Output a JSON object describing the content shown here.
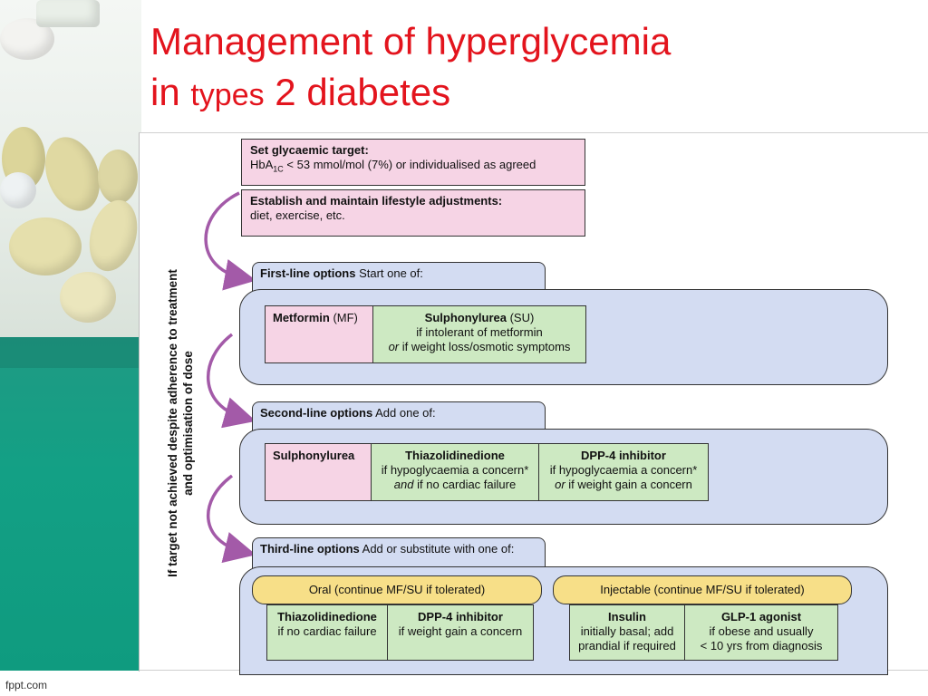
{
  "title": {
    "line1": "Management of hyperglycemia",
    "line2_a": "in ",
    "line2_b": "types",
    "line2_c": " 2 diabetes"
  },
  "footer": {
    "brand": "fppt.com"
  },
  "side_label": {
    "line1": "If target not achieved despite adherence to treatment",
    "line2": "and optimisation of dose"
  },
  "target": {
    "heading": "Set glycaemic target:",
    "text_pre": "HbA",
    "text_sub": "1C",
    "text_post": " < 53 mmol/mol (7%) or individualised as agreed"
  },
  "lifestyle": {
    "heading": "Establish and maintain lifestyle adjustments:",
    "text": "diet, exercise, etc."
  },
  "first_line": {
    "heading": "First-line options",
    "instruction": " Start one of:",
    "options": [
      {
        "name": "Metformin",
        "suffix": " (MF)",
        "lines": []
      },
      {
        "name": "Sulphonylurea",
        "suffix": " (SU)",
        "lines": [
          "if intolerant of metformin"
        ],
        "italic_prefix": "or",
        "last_line": " if weight loss/osmotic symptoms"
      }
    ]
  },
  "second_line": {
    "heading": "Second-line options",
    "instruction": " Add one of:",
    "options": [
      {
        "name": "Sulphonylurea"
      },
      {
        "name": "Thiazolidinedione",
        "line1": "if hypoglycaemia a concern*",
        "italic_prefix": "and",
        "line2": " if no cardiac failure"
      },
      {
        "name": "DPP-4 inhibitor",
        "line1": "if hypoglycaemia a concern*",
        "italic_prefix": "or",
        "line2": " if weight gain a concern"
      }
    ]
  },
  "third_line": {
    "heading": "Third-line options",
    "instruction": " Add or substitute with one of:",
    "oral_label": "Oral (continue MF/SU if tolerated)",
    "injectable_label": "Injectable (continue MF/SU if tolerated)",
    "options": [
      {
        "name": "Thiazolidinedione",
        "line1": "if no cardiac failure"
      },
      {
        "name": "DPP-4 inhibitor",
        "line1": "if weight gain a concern"
      },
      {
        "name": "Insulin",
        "line1": "initially basal; add",
        "line2": "prandial if required"
      },
      {
        "name": "GLP-1 agonist",
        "line1": "if obese and usually",
        "line2": "< 10 yrs from diagnosis"
      }
    ]
  },
  "colors": {
    "title_red": "#e3141d",
    "pink": "#f6d4e5",
    "green": "#cde9c2",
    "lavender": "#d3dcf2",
    "yellow": "#f7df88",
    "arrow_purple": "#a35aa8",
    "teal": "#13a085"
  }
}
